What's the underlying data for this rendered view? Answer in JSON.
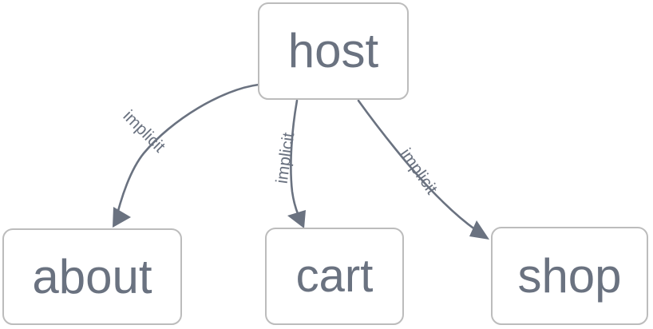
{
  "diagram": {
    "type": "directed-graph",
    "background_color": "#ffffff",
    "node_border_color": "#bcbcbc",
    "node_fill_color": "#ffffff",
    "text_color": "#6a7280",
    "edge_color": "#6a7280",
    "nodes": [
      {
        "id": "host",
        "label": "host"
      },
      {
        "id": "about",
        "label": "about"
      },
      {
        "id": "cart",
        "label": "cart"
      },
      {
        "id": "shop",
        "label": "shop"
      }
    ],
    "edges": [
      {
        "from": "host",
        "to": "about",
        "label": "implicit"
      },
      {
        "from": "host",
        "to": "cart",
        "label": "implicit"
      },
      {
        "from": "host",
        "to": "shop",
        "label": "implicit"
      }
    ]
  }
}
